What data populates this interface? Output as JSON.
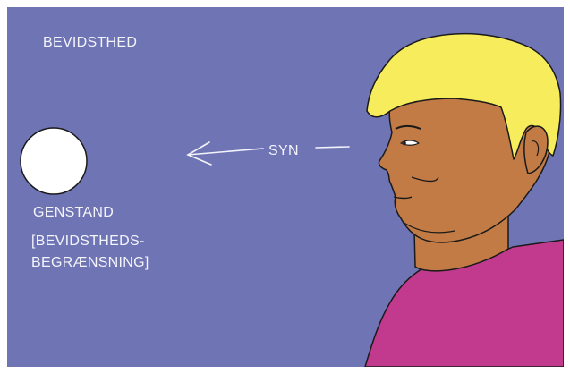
{
  "title": "BEVIDSTHED",
  "sight_label": "SYN",
  "object_label": "GENSTAND",
  "note_lines": [
    "[BEVIDSTHEDS-",
    "BEGRÆNSNING]"
  ],
  "colors": {
    "background": "#6f74b4",
    "text": "#f4f4fb",
    "hair": "#f6ec5c",
    "skin": "#c27b45",
    "shirt": "#c23a8d",
    "object": "#ffffff"
  },
  "icons": [
    "object-circle-icon",
    "sight-arrow-icon",
    "person-profile-icon"
  ]
}
